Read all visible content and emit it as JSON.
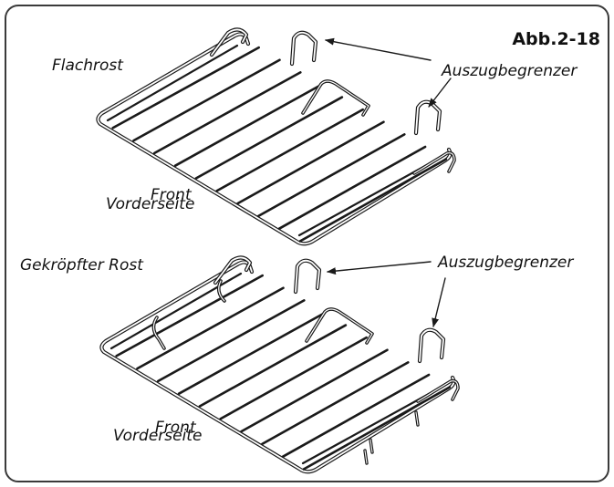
{
  "figure": {
    "id_label": "Abb.2-18",
    "top_rack": {
      "name": "Flachrost",
      "limiter_label": "Auszugbegrenzer",
      "front_label": "Front",
      "front_label_alt": "Vorderseite"
    },
    "bottom_rack": {
      "name": "Gekröpfter Rost",
      "limiter_label": "Auszugbegrenzer",
      "front_label": "Front",
      "front_label_alt": "Vorderseite"
    }
  },
  "colors": {
    "line": "#1a1a1a",
    "border": "#3a3a3a",
    "background": "#ffffff"
  }
}
